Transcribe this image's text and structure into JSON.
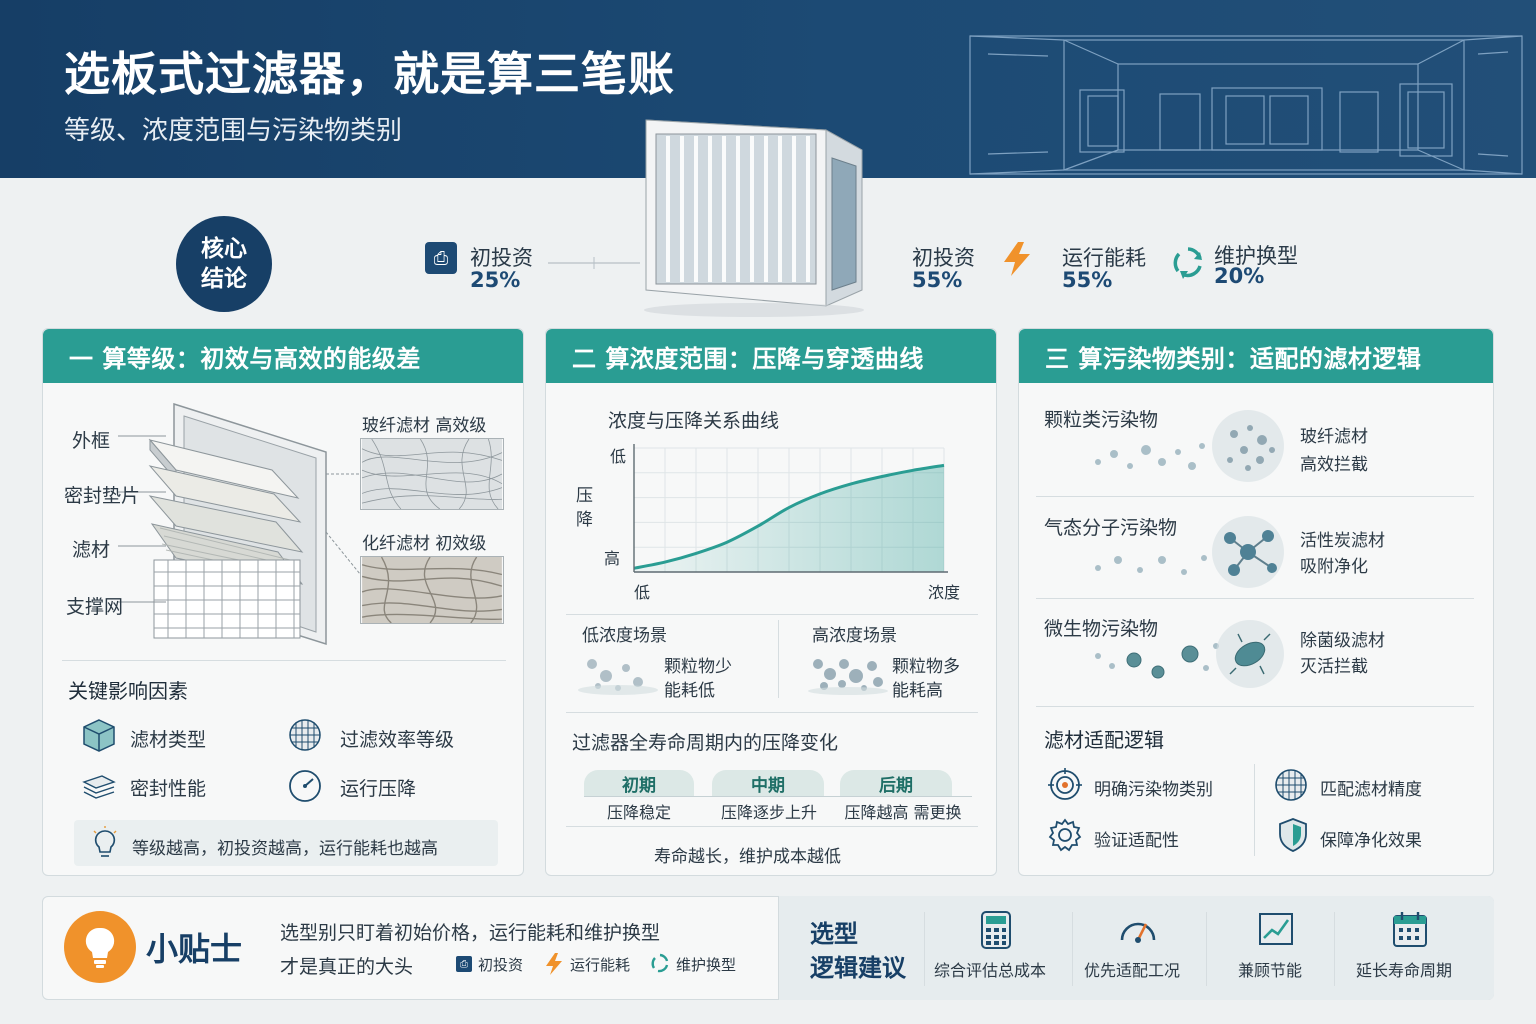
{
  "header": {
    "title": "选板式过滤器，就是算三笔账",
    "subtitle": "等级、浓度范围与污染物类别"
  },
  "hero": {
    "core_badge": "核心\n结论",
    "stats": [
      {
        "label": "初投资",
        "value": "25%",
        "icon": "document-icon"
      },
      {
        "label": "初投资",
        "value": "55%",
        "icon": ""
      },
      {
        "label": "运行能耗",
        "value": "55%",
        "icon": "lightning-icon"
      },
      {
        "label": "维护换型",
        "value": "20%",
        "icon": "recycle-icon"
      }
    ]
  },
  "panel1": {
    "heading": "一  算等级：初效与高效的能级差",
    "parts": [
      "外框",
      "密封垫片",
      "滤材",
      "支撑网"
    ],
    "fiber_glass": "玻纤滤材  高效级",
    "fiber_chem": "化纤滤材  初效级",
    "factors_title": "关键影响因素",
    "factors": [
      "滤材类型",
      "过滤效率等级",
      "密封性能",
      "运行压降"
    ],
    "note": "等级越高，初投资越高，运行能耗也越高"
  },
  "panel2": {
    "heading": "二  算浓度范围：压降与穿透曲线",
    "chart_title": "浓度与压降关系曲线",
    "low_scene": {
      "title": "低浓度场景",
      "line1": "颗粒物少",
      "line2": "能耗低"
    },
    "high_scene": {
      "title": "高浓度场景",
      "line1": "颗粒物多",
      "line2": "能耗高"
    },
    "lifecycle_title": "过滤器全寿命周期内的压降变化",
    "phases": [
      {
        "name": "初期",
        "desc": "压降稳定"
      },
      {
        "name": "中期",
        "desc": "压降逐步上升"
      },
      {
        "name": "后期",
        "desc": "压降越高 需更换"
      }
    ],
    "footer": "寿命越长，维护成本越低"
  },
  "chart_data": {
    "type": "area",
    "title": "浓度与压降关系曲线",
    "xlabel": "浓度",
    "ylabel": "压降",
    "x_tick_labels": [
      "低",
      "浓度"
    ],
    "y_tick_labels": [
      "低",
      "高"
    ],
    "x": [
      0,
      0.1,
      0.2,
      0.3,
      0.4,
      0.5,
      0.6,
      0.7,
      0.8,
      0.9,
      1.0
    ],
    "values": [
      0.03,
      0.08,
      0.15,
      0.24,
      0.37,
      0.52,
      0.63,
      0.71,
      0.77,
      0.82,
      0.86
    ],
    "ylim": [
      0,
      1
    ],
    "grid": true,
    "color": "#2a9d93"
  },
  "panel3": {
    "heading": "三  算污染物类别：适配的滤材逻辑",
    "pollutants": [
      {
        "name": "颗粒类污染物",
        "line1": "玻纤滤材",
        "line2": "高效拦截"
      },
      {
        "name": "气态分子污染物",
        "line1": "活性炭滤材",
        "line2": "吸附净化"
      },
      {
        "name": "微生物污染物",
        "line1": "除菌级滤材",
        "line2": "灭活拦截"
      }
    ],
    "logic_title": "滤材适配逻辑",
    "logic": [
      "明确污染物类别",
      "匹配滤材精度",
      "验证适配性",
      "保障净化效果"
    ]
  },
  "tip": {
    "title": "小贴士",
    "line1": "选型别只盯着初始价格，运行能耗和维护换型",
    "line2": "才是真正的大头",
    "legend": [
      "初投资",
      "运行能耗",
      "维护换型"
    ]
  },
  "advice": {
    "title_line1": "选型",
    "title_line2": "逻辑建议",
    "items": [
      "综合评估总成本",
      "优先适配工况",
      "兼顾节能",
      "延长寿命周期"
    ]
  },
  "colors": {
    "header": "#1c4a74",
    "teal": "#2a9d93",
    "navy": "#173f66",
    "orange": "#f0922b"
  }
}
